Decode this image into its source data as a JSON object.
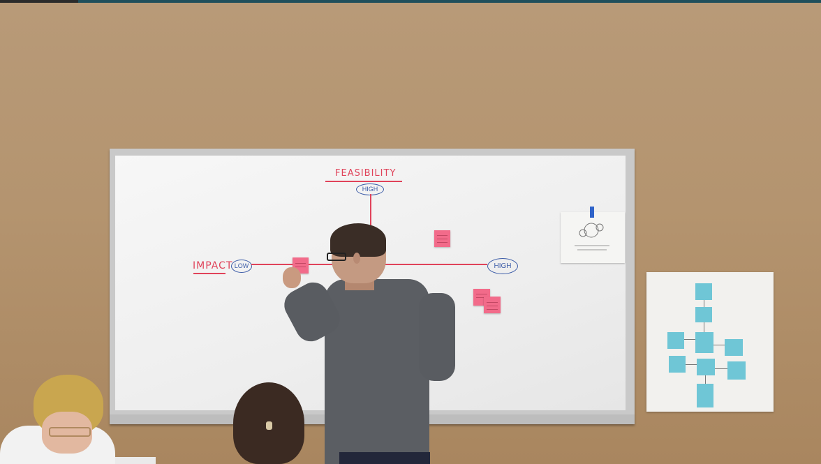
{
  "scene": {
    "description_type": "photo",
    "colors": {
      "wall": "#b4946f",
      "whiteboard": "#f2f2f2",
      "marker_red": "#e0435a",
      "marker_blue": "#3c5ca8",
      "sticky_pink": "#f26b8a",
      "sticky_blue": "#6fc6d6"
    }
  },
  "whiteboard": {
    "vertical_axis_title": "FEASIBILITY",
    "horizontal_axis_title": "IMPACT",
    "vertical_top_label": "HIGH",
    "horizontal_left_label": "LOW",
    "horizontal_right_label": "HIGH"
  }
}
